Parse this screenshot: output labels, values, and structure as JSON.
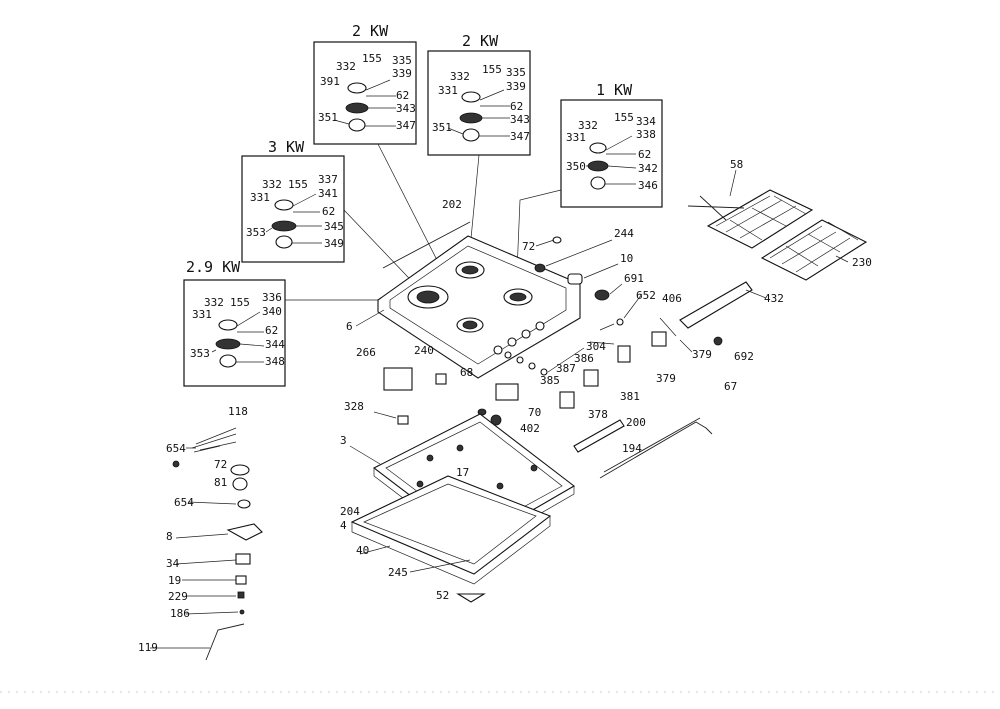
{
  "burner_ratings": {
    "rear_left": "2 KW",
    "rear_right": "2 KW",
    "right_small": "1 KW",
    "left_mid": "3 KW",
    "front_left": "2.9 KW"
  },
  "burner_box_rear_left": [
    "332",
    "391",
    "155",
    "335",
    "339",
    "62",
    "343",
    "351",
    "347"
  ],
  "burner_box_rear_right": [
    "332",
    "331",
    "155",
    "335",
    "339",
    "62",
    "343",
    "351",
    "347"
  ],
  "burner_box_small": [
    "332",
    "331",
    "155",
    "334",
    "338",
    "62",
    "350",
    "342",
    "346"
  ],
  "burner_box_3kw": [
    "332",
    "331",
    "155",
    "337",
    "341",
    "62",
    "353",
    "345",
    "349"
  ],
  "burner_box_29kw": [
    "332",
    "331",
    "155",
    "336",
    "340",
    "62",
    "353",
    "344",
    "348"
  ],
  "main_labels": {
    "p202": "202",
    "p72a": "72",
    "p244": "244",
    "p10": "10",
    "p691": "691",
    "p652": "652",
    "p406": "406",
    "p432": "432",
    "p58": "58",
    "p230": "230",
    "p6": "6",
    "p266": "266",
    "p240": "240",
    "p68": "68",
    "p304": "304",
    "p386": "386",
    "p387": "387",
    "p385": "385",
    "p379a": "379",
    "p379b": "379",
    "p692": "692",
    "p381": "381",
    "p378": "378",
    "p67": "67",
    "p70": "70",
    "p402": "402",
    "p328": "328",
    "p200": "200",
    "p194": "194",
    "p3": "3",
    "p17": "17",
    "p204": "204",
    "p4": "4",
    "p40": "40",
    "p245": "245",
    "p52": "52"
  },
  "left_column": {
    "p118": "118",
    "p654a": "654",
    "p72b": "72",
    "p81": "81",
    "p654b": "654",
    "p8": "8",
    "p34": "34",
    "p19": "19",
    "p229": "229",
    "p186": "186",
    "p119": "119"
  }
}
